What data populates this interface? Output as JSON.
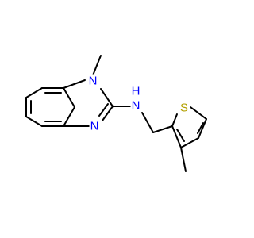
{
  "molecule": {
    "atoms": {
      "n1_label": "N",
      "n3_label": "N",
      "nh_label": "N",
      "h_label": "H",
      "s_label": "S"
    },
    "colors": {
      "bond": "#000000",
      "nitrogen": "#0000ff",
      "sulfur": "#b3a000"
    }
  }
}
